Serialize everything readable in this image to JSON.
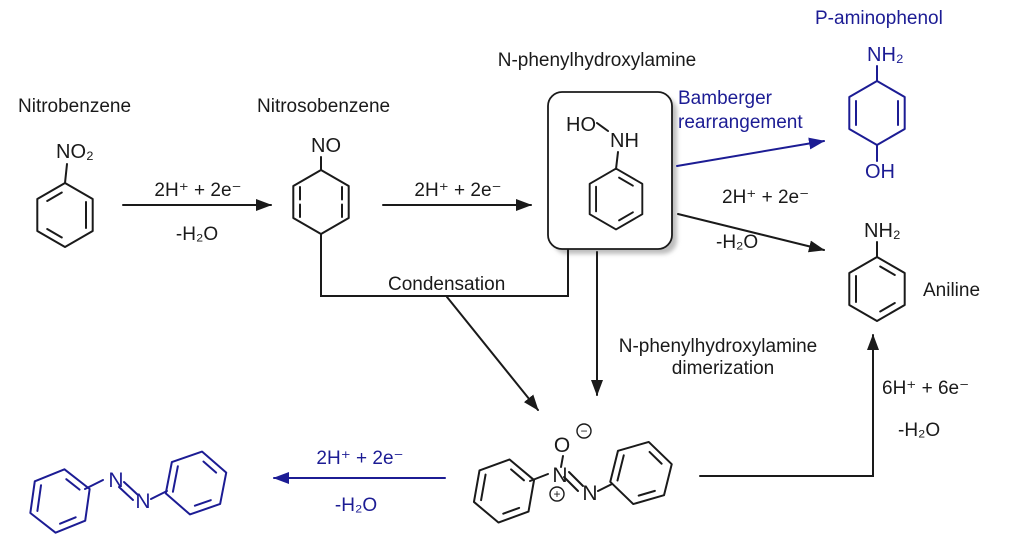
{
  "colors": {
    "ink": "#1a1a1a",
    "blue": "#1c1c94",
    "shadow": "#bdbdbd"
  },
  "compounds": {
    "nitrobenzene": {
      "name": "Nitrobenzene",
      "substituent": "NO₂"
    },
    "nitrosobenzene": {
      "name": "Nitrosobenzene",
      "substituent": "NO"
    },
    "nphenylhydroxylamine": {
      "name": "N-phenylhydroxylamine",
      "group_ho": "HO",
      "group_nh": "NH"
    },
    "paminophenol": {
      "name": "P-aminophenol",
      "group_top": "NH₂",
      "group_bottom": "OH"
    },
    "aniline": {
      "name": "Aniline",
      "group": "NH₂"
    },
    "azoxybenzene": {
      "atom_o": "O",
      "atom_n_plus": "N",
      "atom_n": "N",
      "charge_plus": "+",
      "charge_minus": "−"
    },
    "azobenzene": {
      "atom_n1": "N",
      "atom_n2": "N"
    }
  },
  "reactions": {
    "r1": {
      "above": "2H⁺ + 2e⁻",
      "below": "-H₂O"
    },
    "r2": {
      "above": "2H⁺ + 2e⁻"
    },
    "bamberger": {
      "line1": "Bamberger",
      "line2": "rearrangement"
    },
    "r3": {
      "above": "2H⁺ + 2e⁻",
      "below": "-H₂O"
    },
    "condensation": {
      "label": "Condensation"
    },
    "dimerization": {
      "line1": "N-phenylhydroxylamine",
      "line2": "dimerization"
    },
    "r4": {
      "above": "6H⁺ + 6e⁻",
      "below": "-H₂O"
    },
    "r5": {
      "above": "2H⁺ + 2e⁻",
      "below": "-H₂O"
    }
  }
}
